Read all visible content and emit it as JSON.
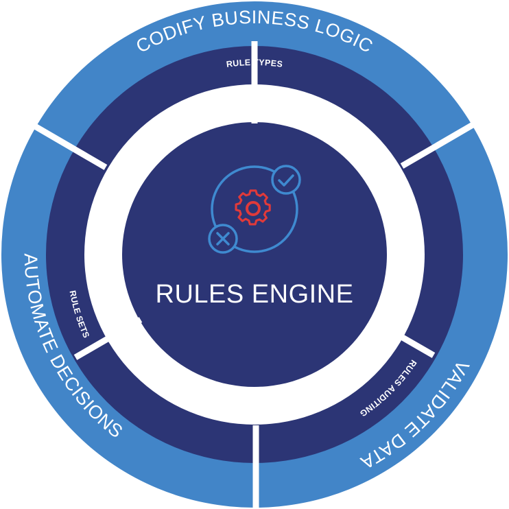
{
  "colors": {
    "outer_ring": "#4285c8",
    "inner_ring": "#2c3575",
    "center": "#2c3575",
    "divider": "#ffffff",
    "icon_ring": "#3f8ad0",
    "gear": "#e03a3a"
  },
  "outer_segments": [
    {
      "label": "CODIFY BUSINESS LOGIC"
    },
    {
      "label": "VALIDATE DATA"
    },
    {
      "label": "AUTOMATE DECISIONS"
    }
  ],
  "inner_segments": [
    {
      "label": "RULE TYPES"
    },
    {
      "label": "RULES AUDITING"
    },
    {
      "label": "RULE SETS"
    }
  ],
  "center": {
    "title": "RULES ENGINE",
    "icons": [
      "check-icon",
      "gear-icon",
      "close-icon"
    ]
  }
}
